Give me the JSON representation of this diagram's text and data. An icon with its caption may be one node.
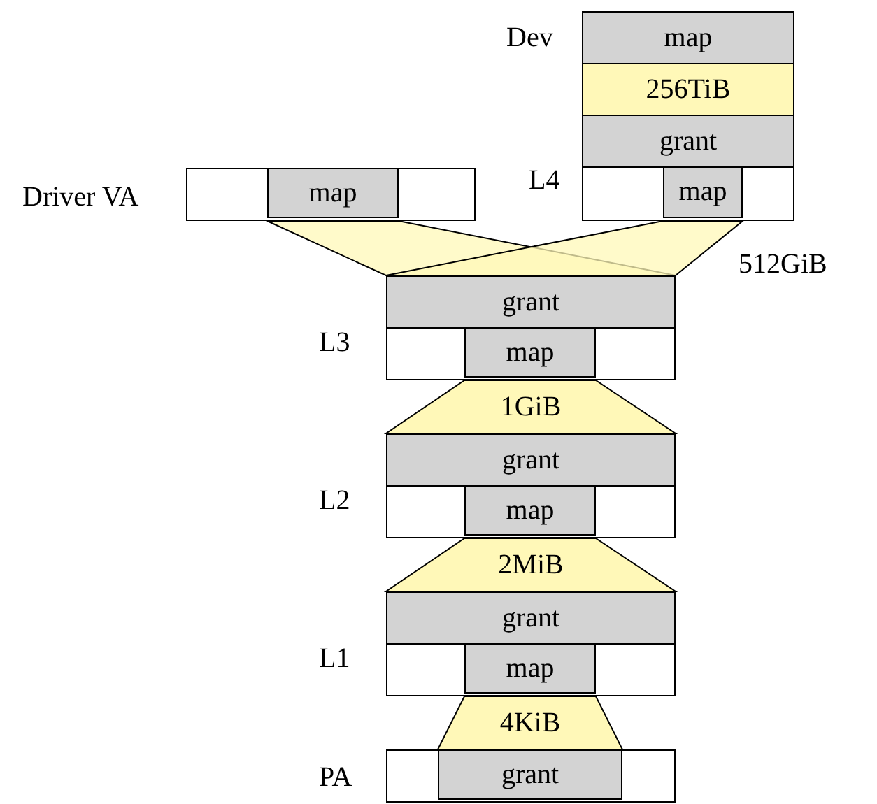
{
  "diagram": {
    "nodes": [
      {
        "text": [
          "map"
        ]
      },
      {
        "text": [
          "256TiB"
        ]
      },
      {
        "text": [
          "grant"
        ]
      },
      {
        "text": [],
        "shape": "box"
      },
      {
        "text": [
          "map"
        ],
        "in": 3
      },
      {
        "text": [],
        "shape": "box"
      },
      {
        "text": [
          "map"
        ],
        "in": 5
      },
      {
        "text": [],
        "shape": "band"
      },
      {
        "text": [],
        "shape": "band"
      },
      {
        "text": [
          "grant"
        ]
      },
      {
        "text": [],
        "shape": "box"
      },
      {
        "text": [
          "map"
        ],
        "in": 10
      },
      {
        "text": [
          "1GiB"
        ]
      },
      {
        "text": [
          "grant"
        ]
      },
      {
        "text": [],
        "shape": "box"
      },
      {
        "text": [
          "map"
        ],
        "in": 14
      },
      {
        "text": [
          "2MiB"
        ]
      },
      {
        "text": [
          "grant"
        ]
      },
      {
        "text": [],
        "shape": "box"
      },
      {
        "text": [
          "map"
        ],
        "in": 18
      },
      {
        "text": [
          "4KiB"
        ]
      },
      {
        "text": [],
        "shape": "box"
      },
      {
        "text": [
          "grant"
        ],
        "in": 21
      }
    ],
    "labels": [
      "Dev",
      "L4",
      "Driver VA",
      "512GiB",
      "L3",
      "L2",
      "L1",
      "PA"
    ]
  }
}
